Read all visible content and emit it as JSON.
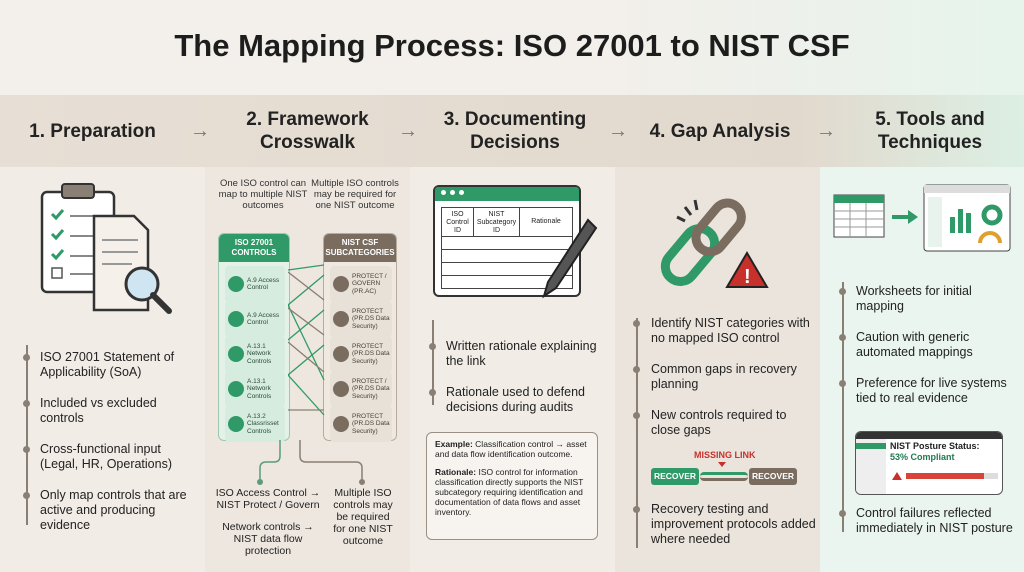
{
  "title": "The Mapping Process: ISO 27001 to NIST CSF",
  "colors": {
    "green": "#2f9a68",
    "brown": "#7a6d60",
    "red": "#c8302c",
    "beige": "#f3efea",
    "mint": "#e6f4ec"
  },
  "steps": [
    {
      "label": "1. Preparation",
      "bullets": [
        "ISO 27001 Statement of Applicability (SoA)",
        "Included vs excluded controls",
        "Cross-functional input (Legal, HR, Operations)",
        "Only map controls that are active and producing evidence"
      ],
      "icon": "clipboard-checklist-magnifier-icon"
    },
    {
      "label": "2. Framework Crosswalk",
      "note_left": "One ISO control can map to multiple NIST outcomes",
      "note_right": "Multiple ISO controls may be required for one NIST outcome",
      "iso_header": "ISO 27001 CONTROLS",
      "nist_header": "NIST CSF SUBCATEGORIES",
      "iso_controls": [
        "A.9 Access Control",
        "A.9 Access Control",
        "A.13.1 Network Controls",
        "A.13.1 Network Controls",
        "A.13.2 Classrisset Controls"
      ],
      "nist_items": [
        "PROTECT / GOVERN (PR.AC)",
        "PROTECT (PR.DS Data Security)",
        "PROTECT (PR.DS Data Security)",
        "PROTECT / (PR.DS Data Security)",
        "PROTECT (PR.DS Data Security)"
      ],
      "bottom_left_1": "ISO Access Control → NIST Protect / Govern",
      "bottom_left_2": "Network controls → NIST data flow protection",
      "bottom_right": "Multiple ISO controls may be required for one NIST outcome"
    },
    {
      "label": "3. Documenting Decisions",
      "table_headers": [
        "ISO Control ID",
        "NIST Subcategory ID",
        "Rationale"
      ],
      "bullets": [
        "Written rationale explaining the link",
        "Rationale used to defend decisions during audits"
      ],
      "example_label": "Example:",
      "example_text": "Classification control → asset and data flow identification outcome.",
      "rationale_label": "Rationale:",
      "rationale_text": "ISO control for information classification directly supports the NIST subcategory requiring identification and documentation of data flows and asset inventory."
    },
    {
      "label": "4. Gap Analysis",
      "bullets": [
        "Identify NIST categories with no mapped ISO control",
        "Common gaps in recovery planning",
        "New controls required to close gaps",
        "Recovery testing and improvement protocols added where needed"
      ],
      "missing_link": "MISSING LINK",
      "recover_left": "RECOVER",
      "recover_right": "RECOVER"
    },
    {
      "label": "5. Tools and Techniques",
      "bullets": [
        "Worksheets for initial mapping",
        "Caution with generic automated mappings",
        "Preference for live systems tied to real evidence",
        "Control failures reflected immediately in NIST posture"
      ],
      "dashboard_title": "NIST Posture Status:",
      "dashboard_status": "53% Compliant"
    }
  ]
}
